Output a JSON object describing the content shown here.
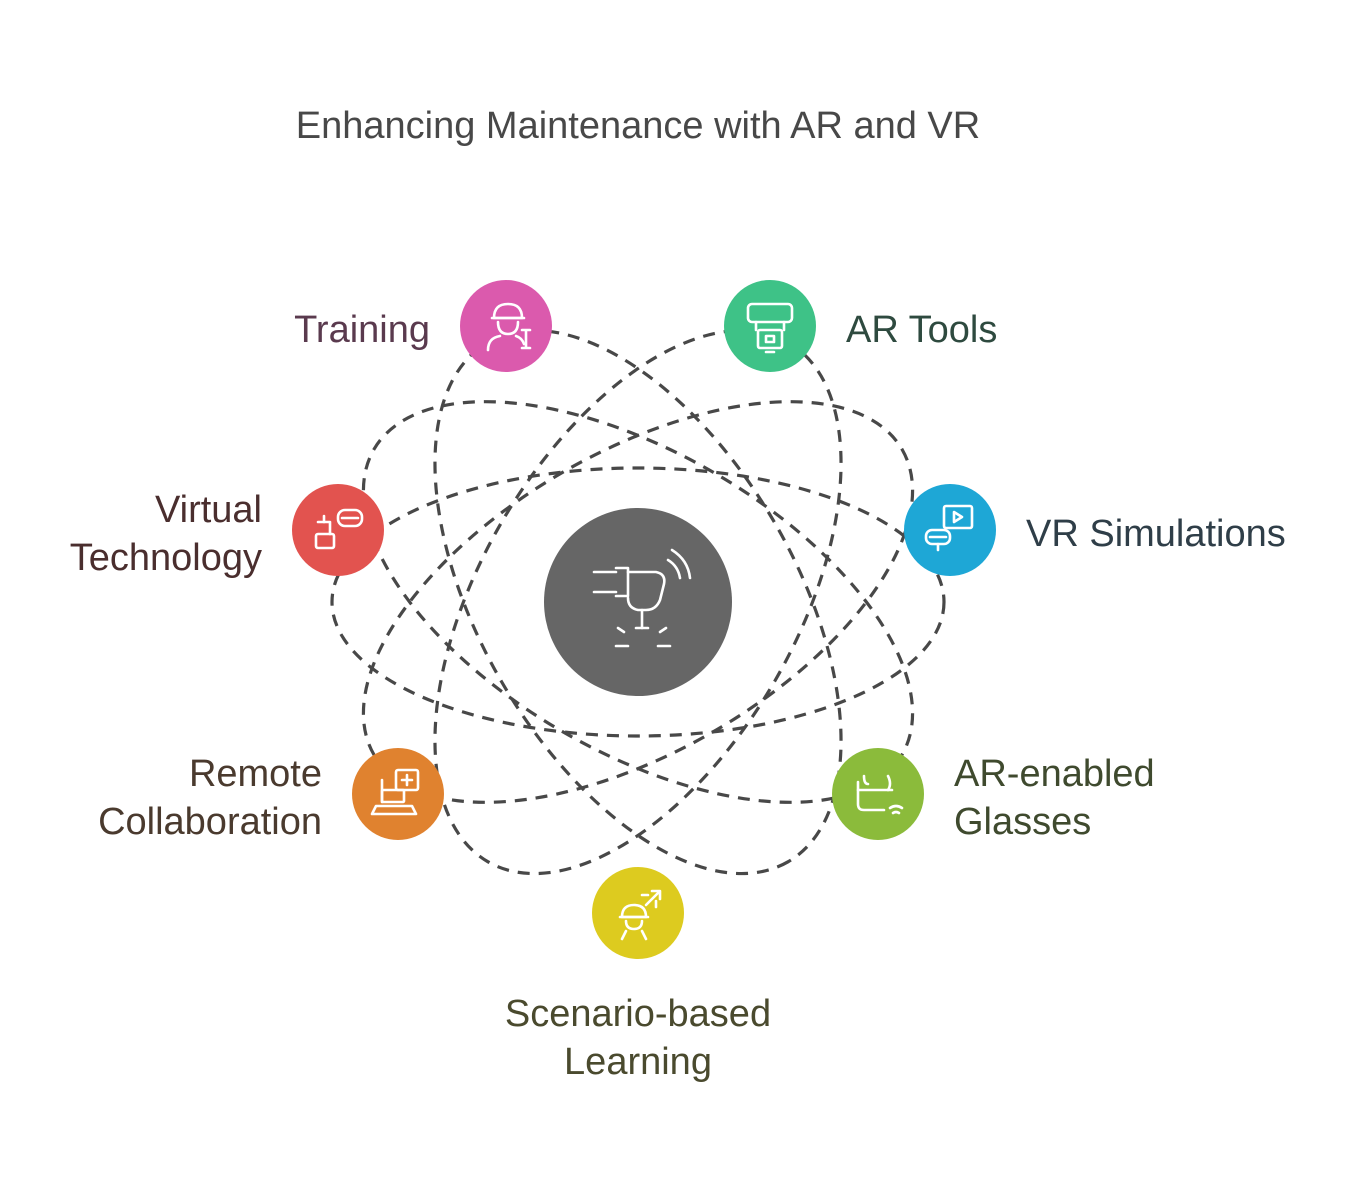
{
  "title": "Enhancing Maintenance with AR and VR",
  "center": {
    "icon": "robotic-arm-icon",
    "color": "#666666"
  },
  "nodes": [
    {
      "id": "training",
      "lines": [
        "Training"
      ],
      "icon": "maintenance-worker-wrench-icon",
      "color": "#DB5AAD",
      "text_color": "#5A3A4E"
    },
    {
      "id": "ar-tools",
      "lines": [
        "AR Tools"
      ],
      "icon": "ar-headset-screen-icon",
      "color": "#3EC287",
      "text_color": "#2E4A3F"
    },
    {
      "id": "vr-simulations",
      "lines": [
        "VR Simulations"
      ],
      "icon": "vr-headset-play-icon",
      "color": "#1EA7D6",
      "text_color": "#2F3E48"
    },
    {
      "id": "ar-enabled-glasses",
      "lines": [
        "AR-enabled",
        "Glasses"
      ],
      "icon": "smart-glasses-wifi-icon",
      "color": "#8BBB3B",
      "text_color": "#3F4A2E"
    },
    {
      "id": "scenario-based-learning",
      "lines": [
        "Scenario-based",
        "Learning"
      ],
      "icon": "worker-rocket-icon",
      "color": "#DDCB1F",
      "text_color": "#4A4A2E"
    },
    {
      "id": "remote-collaboration",
      "lines": [
        "Remote",
        "Collaboration"
      ],
      "icon": "laptop-medical-icon",
      "color": "#E0822F",
      "text_color": "#4A3A2E"
    },
    {
      "id": "virtual-technology",
      "lines": [
        "Virtual",
        "Technology"
      ],
      "icon": "vr-headset-controller-icon",
      "color": "#E2534F",
      "text_color": "#4A2E2E"
    }
  ]
}
